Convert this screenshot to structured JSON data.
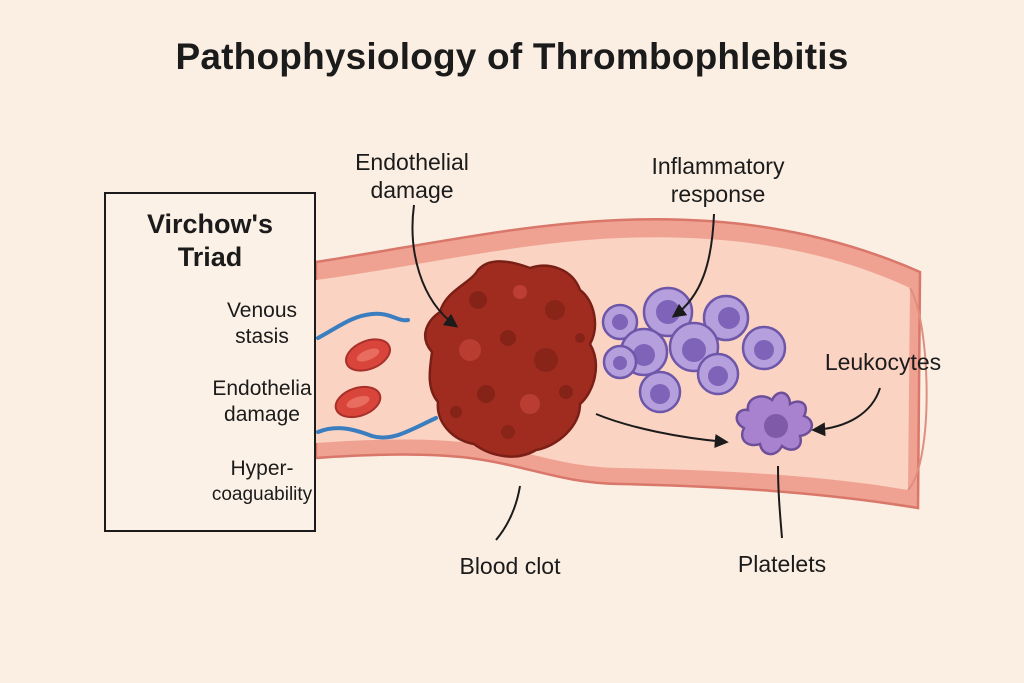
{
  "title": "Pathophysiology of Thrombophlebitis",
  "triad": {
    "title_line1": "Virchow's",
    "title_line2": "Triad",
    "items": [
      {
        "line1": "Venous",
        "line2": "stasis"
      },
      {
        "line1": "Endothelia",
        "line2": "damage"
      },
      {
        "line1": "Hyper-",
        "line2": "coaguability"
      }
    ]
  },
  "labels": {
    "endothelial_line1": "Endothelial",
    "endothelial_line2": "damage",
    "inflammatory_line1": "Inflammatory",
    "inflammatory_line2": "response",
    "leukocytes": "Leukocytes",
    "blood_clot": "Blood clot",
    "platelets": "Platelets"
  },
  "colors": {
    "background": "#fbeee2",
    "vessel_wall": "#f0a292",
    "vessel_lumen": "#fad3c3",
    "clot": "#a02c20",
    "rbc": "#d9453b",
    "leukocyte": "#b5a0dd",
    "platelet": "#a982cf",
    "flow_line": "#3b7ec0"
  }
}
